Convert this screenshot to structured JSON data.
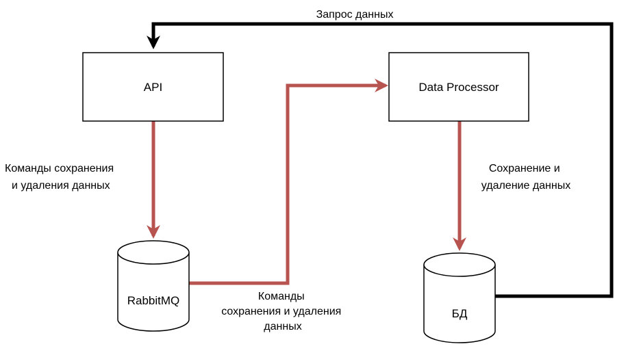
{
  "nodes": {
    "api": {
      "label": "API"
    },
    "data_processor": {
      "label": "Data Processor"
    },
    "rabbitmq": {
      "label": "RabbitMQ"
    },
    "db": {
      "label": "БД"
    }
  },
  "edges": {
    "db_to_api": {
      "label": [
        "Запрос данных"
      ]
    },
    "api_to_rabbitmq": {
      "label": [
        "Команды сохранения",
        "и удаления данных"
      ]
    },
    "rabbitmq_to_processor": {
      "label": [
        "Команды",
        "сохранения и удаления",
        "данных"
      ]
    },
    "processor_to_db": {
      "label": [
        "Сохранение и",
        "удаление данных"
      ]
    }
  },
  "colors": {
    "command_flow": "#b85450",
    "request_flow": "#000000",
    "node_stroke": "#000000",
    "node_fill": "#ffffff"
  }
}
